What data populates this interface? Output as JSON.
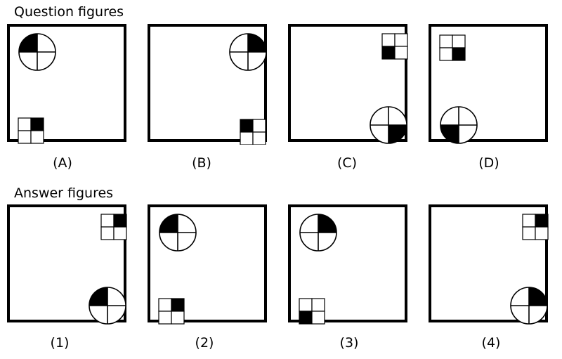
{
  "question_heading": "Question figures",
  "answer_heading": "Answer figures",
  "question_figures": [
    {
      "label": "(A)",
      "circle": {
        "corner": "top-left",
        "filled_quadrant": "top-left"
      },
      "grid": {
        "corner": "bottom-left",
        "filled_cell": "top-right"
      }
    },
    {
      "label": "(B)",
      "circle": {
        "corner": "top-right",
        "filled_quadrant": "top-right"
      },
      "grid": {
        "corner": "bottom-right",
        "filled_cell": "top-left"
      }
    },
    {
      "label": "(C)",
      "circle": {
        "corner": "bottom-right",
        "filled_quadrant": "bottom-right"
      },
      "grid": {
        "corner": "top-right",
        "filled_cell": "bottom-left"
      }
    },
    {
      "label": "(D)",
      "circle": {
        "corner": "bottom-left",
        "filled_quadrant": "bottom-left"
      },
      "grid": {
        "corner": "top-left",
        "filled_cell": "bottom-right"
      }
    }
  ],
  "answer_figures": [
    {
      "label": "(1)",
      "circle": {
        "corner": "bottom-right",
        "filled_quadrant": "top-left"
      },
      "grid": {
        "corner": "top-right",
        "filled_cell": "top-right"
      }
    },
    {
      "label": "(2)",
      "circle": {
        "corner": "top-left",
        "filled_quadrant": "top-left"
      },
      "grid": {
        "corner": "bottom-left",
        "filled_cell": "top-right"
      }
    },
    {
      "label": "(3)",
      "circle": {
        "corner": "top-left",
        "filled_quadrant": "top-right"
      },
      "grid": {
        "corner": "bottom-left",
        "filled_cell": "bottom-left"
      }
    },
    {
      "label": "(4)",
      "circle": {
        "corner": "bottom-right",
        "filled_quadrant": "top-right"
      },
      "grid": {
        "corner": "top-right",
        "filled_cell": "top-right"
      }
    }
  ]
}
